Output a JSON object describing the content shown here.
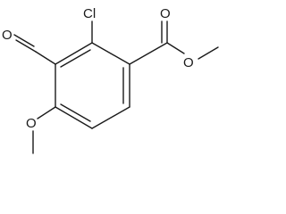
{
  "structure": {
    "atoms": {
      "chlorine": "Cl",
      "aldehyde_oxygen": "O",
      "ester_carbonyl_oxygen": "O",
      "ester_ether_oxygen": "O",
      "methoxy_oxygen": "O"
    }
  }
}
